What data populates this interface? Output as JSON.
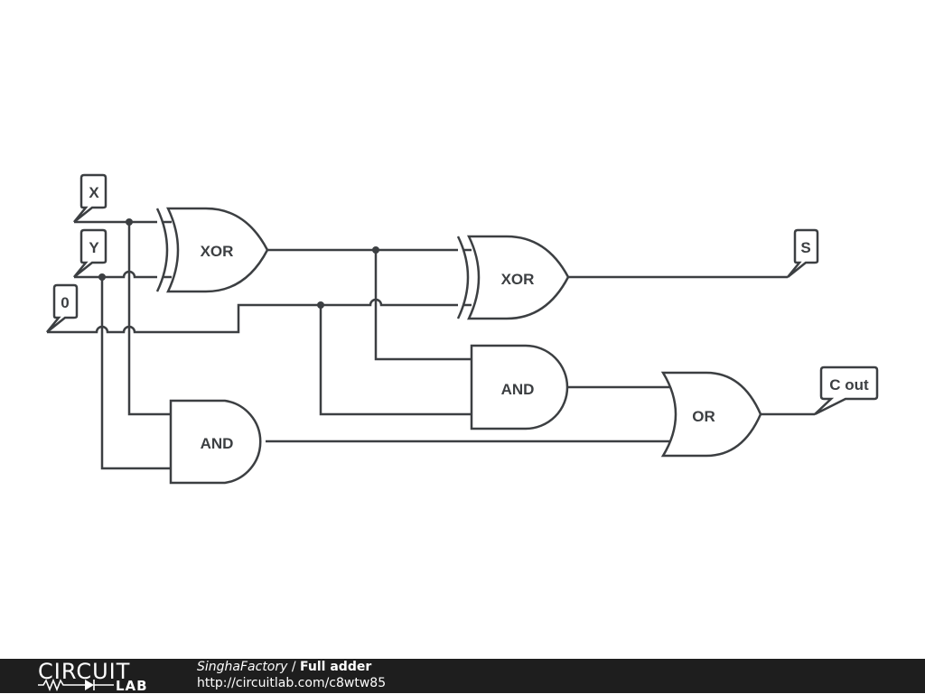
{
  "diagram": {
    "inputs": [
      {
        "id": "x",
        "label": "X"
      },
      {
        "id": "y",
        "label": "Y"
      },
      {
        "id": "cin",
        "label": "0"
      }
    ],
    "outputs": [
      {
        "id": "s",
        "label": "S"
      },
      {
        "id": "cout",
        "label": "C out"
      }
    ],
    "gates": [
      {
        "id": "xor1",
        "type": "XOR",
        "label": "XOR"
      },
      {
        "id": "xor2",
        "type": "XOR",
        "label": "XOR"
      },
      {
        "id": "and1",
        "type": "AND",
        "label": "AND"
      },
      {
        "id": "and2",
        "type": "AND",
        "label": "AND"
      },
      {
        "id": "or1",
        "type": "OR",
        "label": "OR"
      }
    ]
  },
  "footer": {
    "logo_top": "CIRCUIT",
    "logo_bottom": "LAB",
    "author": "SinghaFactory",
    "separator": " / ",
    "title": "Full adder",
    "url": "http://circuitlab.com/c8wtw85"
  }
}
